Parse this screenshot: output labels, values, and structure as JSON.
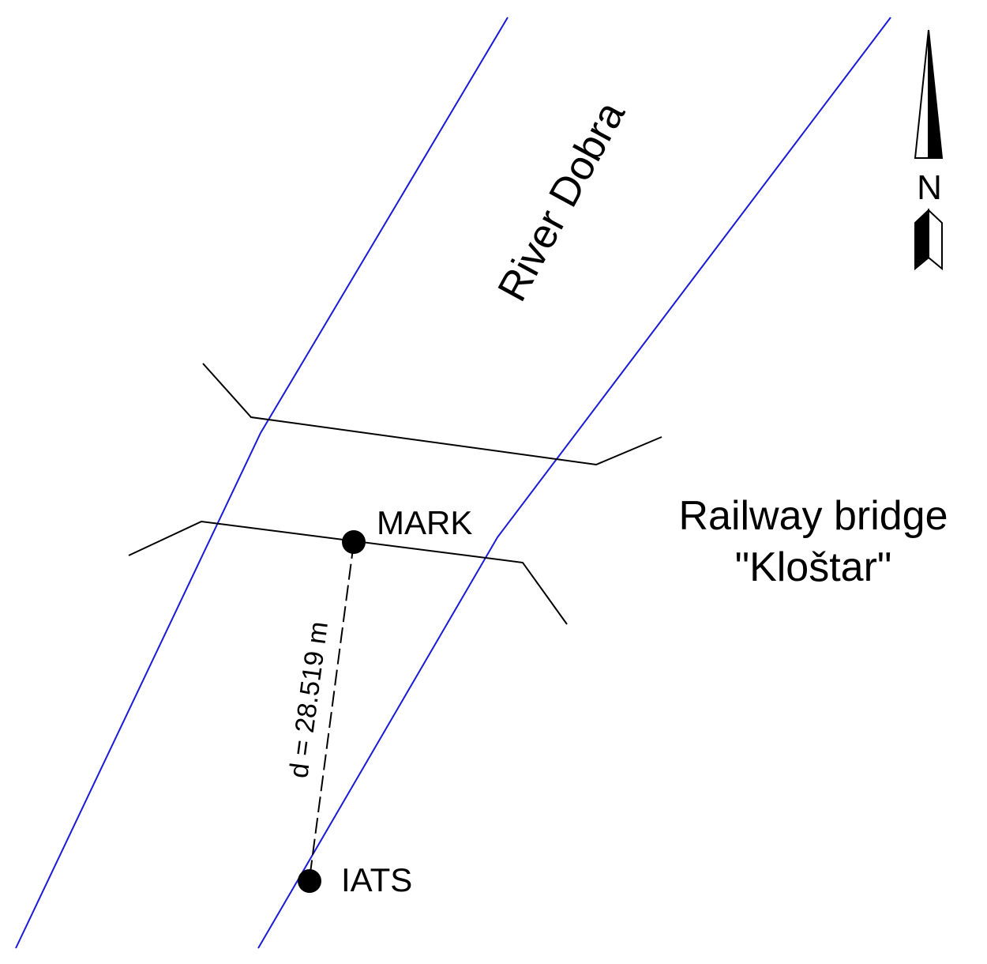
{
  "labels": {
    "river": "River Dobra",
    "bridge_line1": "Railway bridge",
    "bridge_line2": "\"Kloštar\"",
    "mark": "MARK",
    "iats": "IATS",
    "distance": "d = 28.519 m",
    "north": "N"
  },
  "colors": {
    "river_bank": "#1a1adb",
    "bridge": "#000000",
    "points": "#000000"
  },
  "icons": {
    "north_arrow": "north-arrow-icon"
  }
}
